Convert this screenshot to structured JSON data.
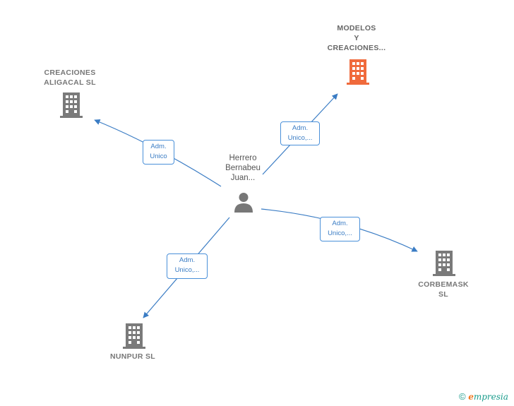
{
  "colors": {
    "edge": "#3a7cc4",
    "building": "#7a7a7a",
    "building_focus": "#f06a3c",
    "person": "#777777"
  },
  "person": {
    "name": "Herrero\nBernabeu\nJuan..."
  },
  "companies": [
    {
      "id": "modelos",
      "name": "MODELOS\nY\nCREACIONES...",
      "focus": true
    },
    {
      "id": "aligacal",
      "name": "CREACIONES\nALIGACAL SL",
      "focus": false
    },
    {
      "id": "corbemask",
      "name": "CORBEMASK\nSL",
      "focus": false
    },
    {
      "id": "nunpur",
      "name": "NUNPUR SL",
      "focus": false
    }
  ],
  "relations": [
    {
      "to": "modelos",
      "role": "Adm.\nUnico,..."
    },
    {
      "to": "aligacal",
      "role": "Adm.\nUnico"
    },
    {
      "to": "corbemask",
      "role": "Adm.\nUnico,..."
    },
    {
      "to": "nunpur",
      "role": "Adm.\nUnico,..."
    }
  ],
  "footer": {
    "copyright": "©",
    "brand_e": "e",
    "brand_rest": "mpresia"
  }
}
